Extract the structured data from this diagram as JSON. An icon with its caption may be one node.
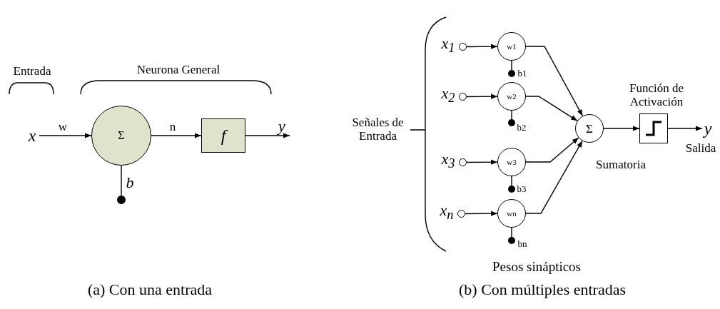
{
  "diagram": {
    "nodes": [
      {
        "text": [
          "x"
        ]
      },
      {
        "text": [
          "Σ"
        ]
      },
      {
        "text": [
          "f"
        ]
      },
      {
        "text": [],
        "shape": "circle"
      },
      {
        "text": [],
        "shape": "circle",
        "beside": [
          "x$_{1}$"
        ]
      },
      {
        "text": [
          "w1"
        ]
      },
      {
        "text": [],
        "shape": "circle",
        "beside": [
          "b1"
        ]
      },
      {
        "text": [],
        "shape": "circle",
        "beside": [
          "x$_{2}$"
        ]
      },
      {
        "text": [
          "w2"
        ]
      },
      {
        "text": [],
        "shape": "circle",
        "beside": [
          "b2"
        ]
      },
      {
        "text": [],
        "shape": "circle",
        "beside": [
          "x$_{3}$"
        ]
      },
      {
        "text": [
          "w3"
        ]
      },
      {
        "text": [],
        "shape": "circle",
        "beside": [
          "b3"
        ]
      },
      {
        "text": [],
        "shape": "circle",
        "beside": [
          "x$_{n}$"
        ]
      },
      {
        "text": [
          "wn"
        ]
      },
      {
        "text": [],
        "shape": "circle",
        "beside": [
          "bn"
        ]
      },
      {
        "text": [
          "Σ"
        ],
        "beside": [
          "Sumatoria"
        ]
      },
      {
        "text": [],
        "shape": "box",
        "beside": [
          "Función de Activación"
        ]
      },
      {
        "text": [
          "y"
        ],
        "beside": [
          "Salida"
        ]
      }
    ],
    "edges": [
      {
        "from": 0,
        "to": 1,
        "arrow": "to",
        "label": "w"
      },
      {
        "from": 1,
        "to": 2,
        "arrow": "to",
        "label": "n"
      },
      {
        "from": 2,
        "to": null,
        "arrow": "to",
        "label": "y"
      },
      {
        "from": 3,
        "to": 1,
        "arrow": "none",
        "label": "b"
      },
      {
        "from": 4,
        "to": 5,
        "arrow": "to"
      },
      {
        "from": 6,
        "to": 5,
        "arrow": "none"
      },
      {
        "from": 7,
        "to": 8,
        "arrow": "to"
      },
      {
        "from": 9,
        "to": 8,
        "arrow": "none"
      },
      {
        "from": 10,
        "to": 11,
        "arrow": "to"
      },
      {
        "from": 12,
        "to": 11,
        "arrow": "none"
      },
      {
        "from": 13,
        "to": 14,
        "arrow": "to"
      },
      {
        "from": 15,
        "to": 14,
        "arrow": "none"
      },
      {
        "from": 5,
        "to": 16,
        "arrow": "to"
      },
      {
        "from": 8,
        "to": 16,
        "arrow": "to"
      },
      {
        "from": 11,
        "to": 16,
        "arrow": "to"
      },
      {
        "from": 14,
        "to": 16,
        "arrow": "to"
      },
      {
        "from": 16,
        "to": 17,
        "arrow": "to"
      },
      {
        "from": 17,
        "to": 18,
        "arrow": "to"
      }
    ],
    "labels": [
      "Entrada",
      "Neurona General",
      "Señales de Entrada",
      "Pesos sinápticos",
      "(a) Con una entrada",
      "(b) Con múltiples entradas"
    ]
  }
}
